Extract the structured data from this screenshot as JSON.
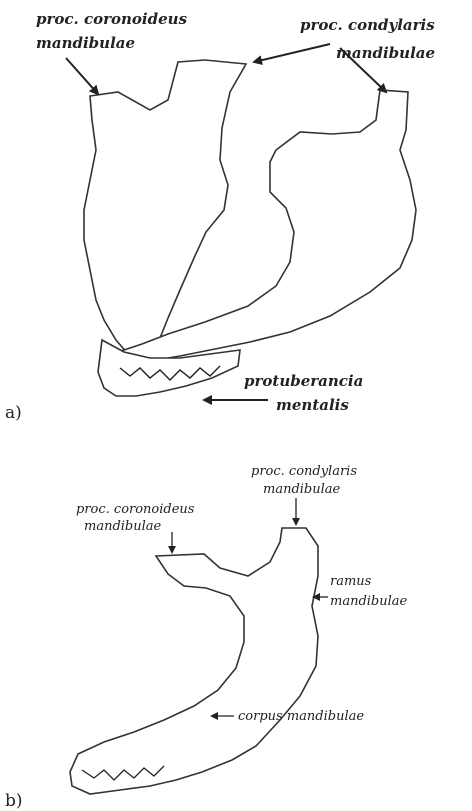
{
  "panel_a": {
    "letter": "a)",
    "label_coronoid_line1": "proc. coronoideus",
    "label_coronoid_line2": "mandibulae",
    "label_condylar_line1": "proc. condylaris",
    "label_condylar_line2": "mandibulae",
    "label_protuberance_line1": "protuberancia",
    "label_protuberance_line2": "mentalis"
  },
  "panel_b": {
    "letter": "b)",
    "label_coronoid_line1": "proc. coronoideus",
    "label_coronoid_line2": "mandibulae",
    "label_condylar_line1": "proc. condylaris",
    "label_condylar_line2": "mandibulae",
    "label_ramus_line1": "ramus",
    "label_ramus_line2": "mandibulae",
    "label_corpus": "corpus mandibulae"
  },
  "colors": {
    "mesh": "#444444",
    "text": "#222222",
    "background": "#ffffff"
  }
}
